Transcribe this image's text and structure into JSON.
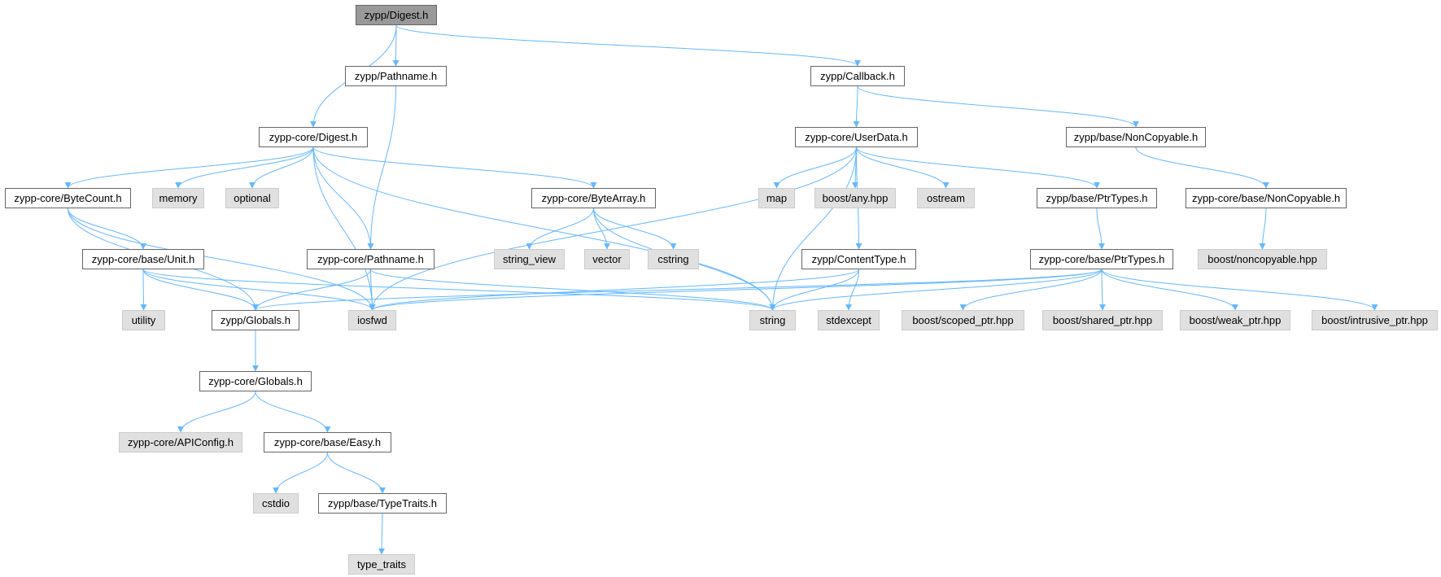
{
  "graph": {
    "root": "zypp/Digest.h",
    "nodes": {
      "digest_h": {
        "label": "zypp/Digest.h",
        "kind": "root"
      },
      "pathname_h": {
        "label": "zypp/Pathname.h",
        "kind": "file"
      },
      "callback_h": {
        "label": "zypp/Callback.h",
        "kind": "file"
      },
      "core_digest_h": {
        "label": "zypp-core/Digest.h",
        "kind": "file"
      },
      "core_userdata_h": {
        "label": "zypp-core/UserData.h",
        "kind": "file"
      },
      "base_noncopyable_h": {
        "label": "zypp/base/NonCopyable.h",
        "kind": "file"
      },
      "core_bytecount_h": {
        "label": "zypp-core/ByteCount.h",
        "kind": "file"
      },
      "memory": {
        "label": "memory",
        "kind": "external"
      },
      "optional": {
        "label": "optional",
        "kind": "external"
      },
      "core_bytearray_h": {
        "label": "zypp-core/ByteArray.h",
        "kind": "file"
      },
      "map": {
        "label": "map",
        "kind": "external"
      },
      "boost_any": {
        "label": "boost/any.hpp",
        "kind": "external"
      },
      "ostream": {
        "label": "ostream",
        "kind": "external"
      },
      "base_ptrtypes_h": {
        "label": "zypp/base/PtrTypes.h",
        "kind": "file"
      },
      "core_base_noncopyable_h": {
        "label": "zypp-core/base/NonCopyable.h",
        "kind": "file"
      },
      "core_base_unit_h": {
        "label": "zypp-core/base/Unit.h",
        "kind": "file"
      },
      "core_pathname_h": {
        "label": "zypp-core/Pathname.h",
        "kind": "file"
      },
      "string_view": {
        "label": "string_view",
        "kind": "external"
      },
      "vector": {
        "label": "vector",
        "kind": "external"
      },
      "cstring": {
        "label": "cstring",
        "kind": "external"
      },
      "contenttype_h": {
        "label": "zypp/ContentType.h",
        "kind": "file"
      },
      "core_base_ptrtypes_h": {
        "label": "zypp-core/base/PtrTypes.h",
        "kind": "file"
      },
      "boost_noncopyable": {
        "label": "boost/noncopyable.hpp",
        "kind": "external"
      },
      "utility": {
        "label": "utility",
        "kind": "external"
      },
      "globals_h": {
        "label": "zypp/Globals.h",
        "kind": "file"
      },
      "iosfwd": {
        "label": "iosfwd",
        "kind": "external"
      },
      "string": {
        "label": "string",
        "kind": "external"
      },
      "stdexcept": {
        "label": "stdexcept",
        "kind": "external"
      },
      "boost_scoped_ptr": {
        "label": "boost/scoped_ptr.hpp",
        "kind": "external"
      },
      "boost_shared_ptr": {
        "label": "boost/shared_ptr.hpp",
        "kind": "external"
      },
      "boost_weak_ptr": {
        "label": "boost/weak_ptr.hpp",
        "kind": "external"
      },
      "boost_intrusive_ptr": {
        "label": "boost/intrusive_ptr.hpp",
        "kind": "external"
      },
      "core_globals_h": {
        "label": "zypp-core/Globals.h",
        "kind": "file"
      },
      "core_apiconfig_h": {
        "label": "zypp-core/APIConfig.h",
        "kind": "external"
      },
      "core_base_easy_h": {
        "label": "zypp-core/base/Easy.h",
        "kind": "file"
      },
      "cstdio": {
        "label": "cstdio",
        "kind": "external"
      },
      "base_typetraits_h": {
        "label": "zypp/base/TypeTraits.h",
        "kind": "file"
      },
      "type_traits": {
        "label": "type_traits",
        "kind": "external"
      }
    },
    "edges": [
      [
        "digest_h",
        "pathname_h"
      ],
      [
        "digest_h",
        "callback_h"
      ],
      [
        "digest_h",
        "core_digest_h"
      ],
      [
        "pathname_h",
        "core_pathname_h"
      ],
      [
        "callback_h",
        "core_userdata_h"
      ],
      [
        "callback_h",
        "base_noncopyable_h"
      ],
      [
        "core_digest_h",
        "core_bytecount_h"
      ],
      [
        "core_digest_h",
        "memory"
      ],
      [
        "core_digest_h",
        "optional"
      ],
      [
        "core_digest_h",
        "core_bytearray_h"
      ],
      [
        "core_digest_h",
        "core_pathname_h"
      ],
      [
        "core_digest_h",
        "iosfwd"
      ],
      [
        "core_digest_h",
        "string"
      ],
      [
        "core_userdata_h",
        "map"
      ],
      [
        "core_userdata_h",
        "boost_any"
      ],
      [
        "core_userdata_h",
        "ostream"
      ],
      [
        "core_userdata_h",
        "base_ptrtypes_h"
      ],
      [
        "core_userdata_h",
        "contenttype_h"
      ],
      [
        "core_userdata_h",
        "iosfwd"
      ],
      [
        "core_userdata_h",
        "string"
      ],
      [
        "base_noncopyable_h",
        "core_base_noncopyable_h"
      ],
      [
        "core_base_noncopyable_h",
        "boost_noncopyable"
      ],
      [
        "core_bytecount_h",
        "core_base_unit_h"
      ],
      [
        "core_bytecount_h",
        "globals_h"
      ],
      [
        "core_bytecount_h",
        "iosfwd"
      ],
      [
        "core_bytearray_h",
        "string_view"
      ],
      [
        "core_bytearray_h",
        "vector"
      ],
      [
        "core_bytearray_h",
        "cstring"
      ],
      [
        "core_bytearray_h",
        "string"
      ],
      [
        "base_ptrtypes_h",
        "core_base_ptrtypes_h"
      ],
      [
        "core_base_unit_h",
        "utility"
      ],
      [
        "core_base_unit_h",
        "globals_h"
      ],
      [
        "core_base_unit_h",
        "iosfwd"
      ],
      [
        "core_base_unit_h",
        "string"
      ],
      [
        "core_pathname_h",
        "globals_h"
      ],
      [
        "core_pathname_h",
        "iosfwd"
      ],
      [
        "core_pathname_h",
        "string"
      ],
      [
        "contenttype_h",
        "iosfwd"
      ],
      [
        "contenttype_h",
        "string"
      ],
      [
        "contenttype_h",
        "stdexcept"
      ],
      [
        "core_base_ptrtypes_h",
        "globals_h"
      ],
      [
        "core_base_ptrtypes_h",
        "iosfwd"
      ],
      [
        "core_base_ptrtypes_h",
        "string"
      ],
      [
        "core_base_ptrtypes_h",
        "boost_scoped_ptr"
      ],
      [
        "core_base_ptrtypes_h",
        "boost_shared_ptr"
      ],
      [
        "core_base_ptrtypes_h",
        "boost_weak_ptr"
      ],
      [
        "core_base_ptrtypes_h",
        "boost_intrusive_ptr"
      ],
      [
        "globals_h",
        "core_globals_h"
      ],
      [
        "core_globals_h",
        "core_apiconfig_h"
      ],
      [
        "core_globals_h",
        "core_base_easy_h"
      ],
      [
        "core_base_easy_h",
        "cstdio"
      ],
      [
        "core_base_easy_h",
        "base_typetraits_h"
      ],
      [
        "base_typetraits_h",
        "type_traits"
      ]
    ],
    "colors": {
      "edge": "#63b8ff",
      "root_fill": "#999999",
      "file_fill": "#ffffff",
      "file_border": "#666666",
      "external_fill": "#e0e0e0",
      "external_border": "#cccccc"
    }
  }
}
